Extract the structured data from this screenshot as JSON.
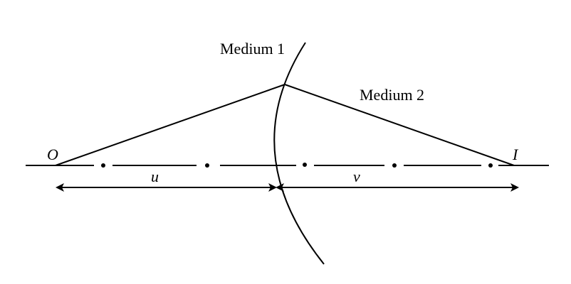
{
  "labels": {
    "medium1": "Medium 1",
    "medium2": "Medium 2",
    "object": "O",
    "image": "I",
    "object_distance": "u",
    "image_distance": "v"
  },
  "colors": {
    "ink": "#000000",
    "background": "#ffffff"
  }
}
